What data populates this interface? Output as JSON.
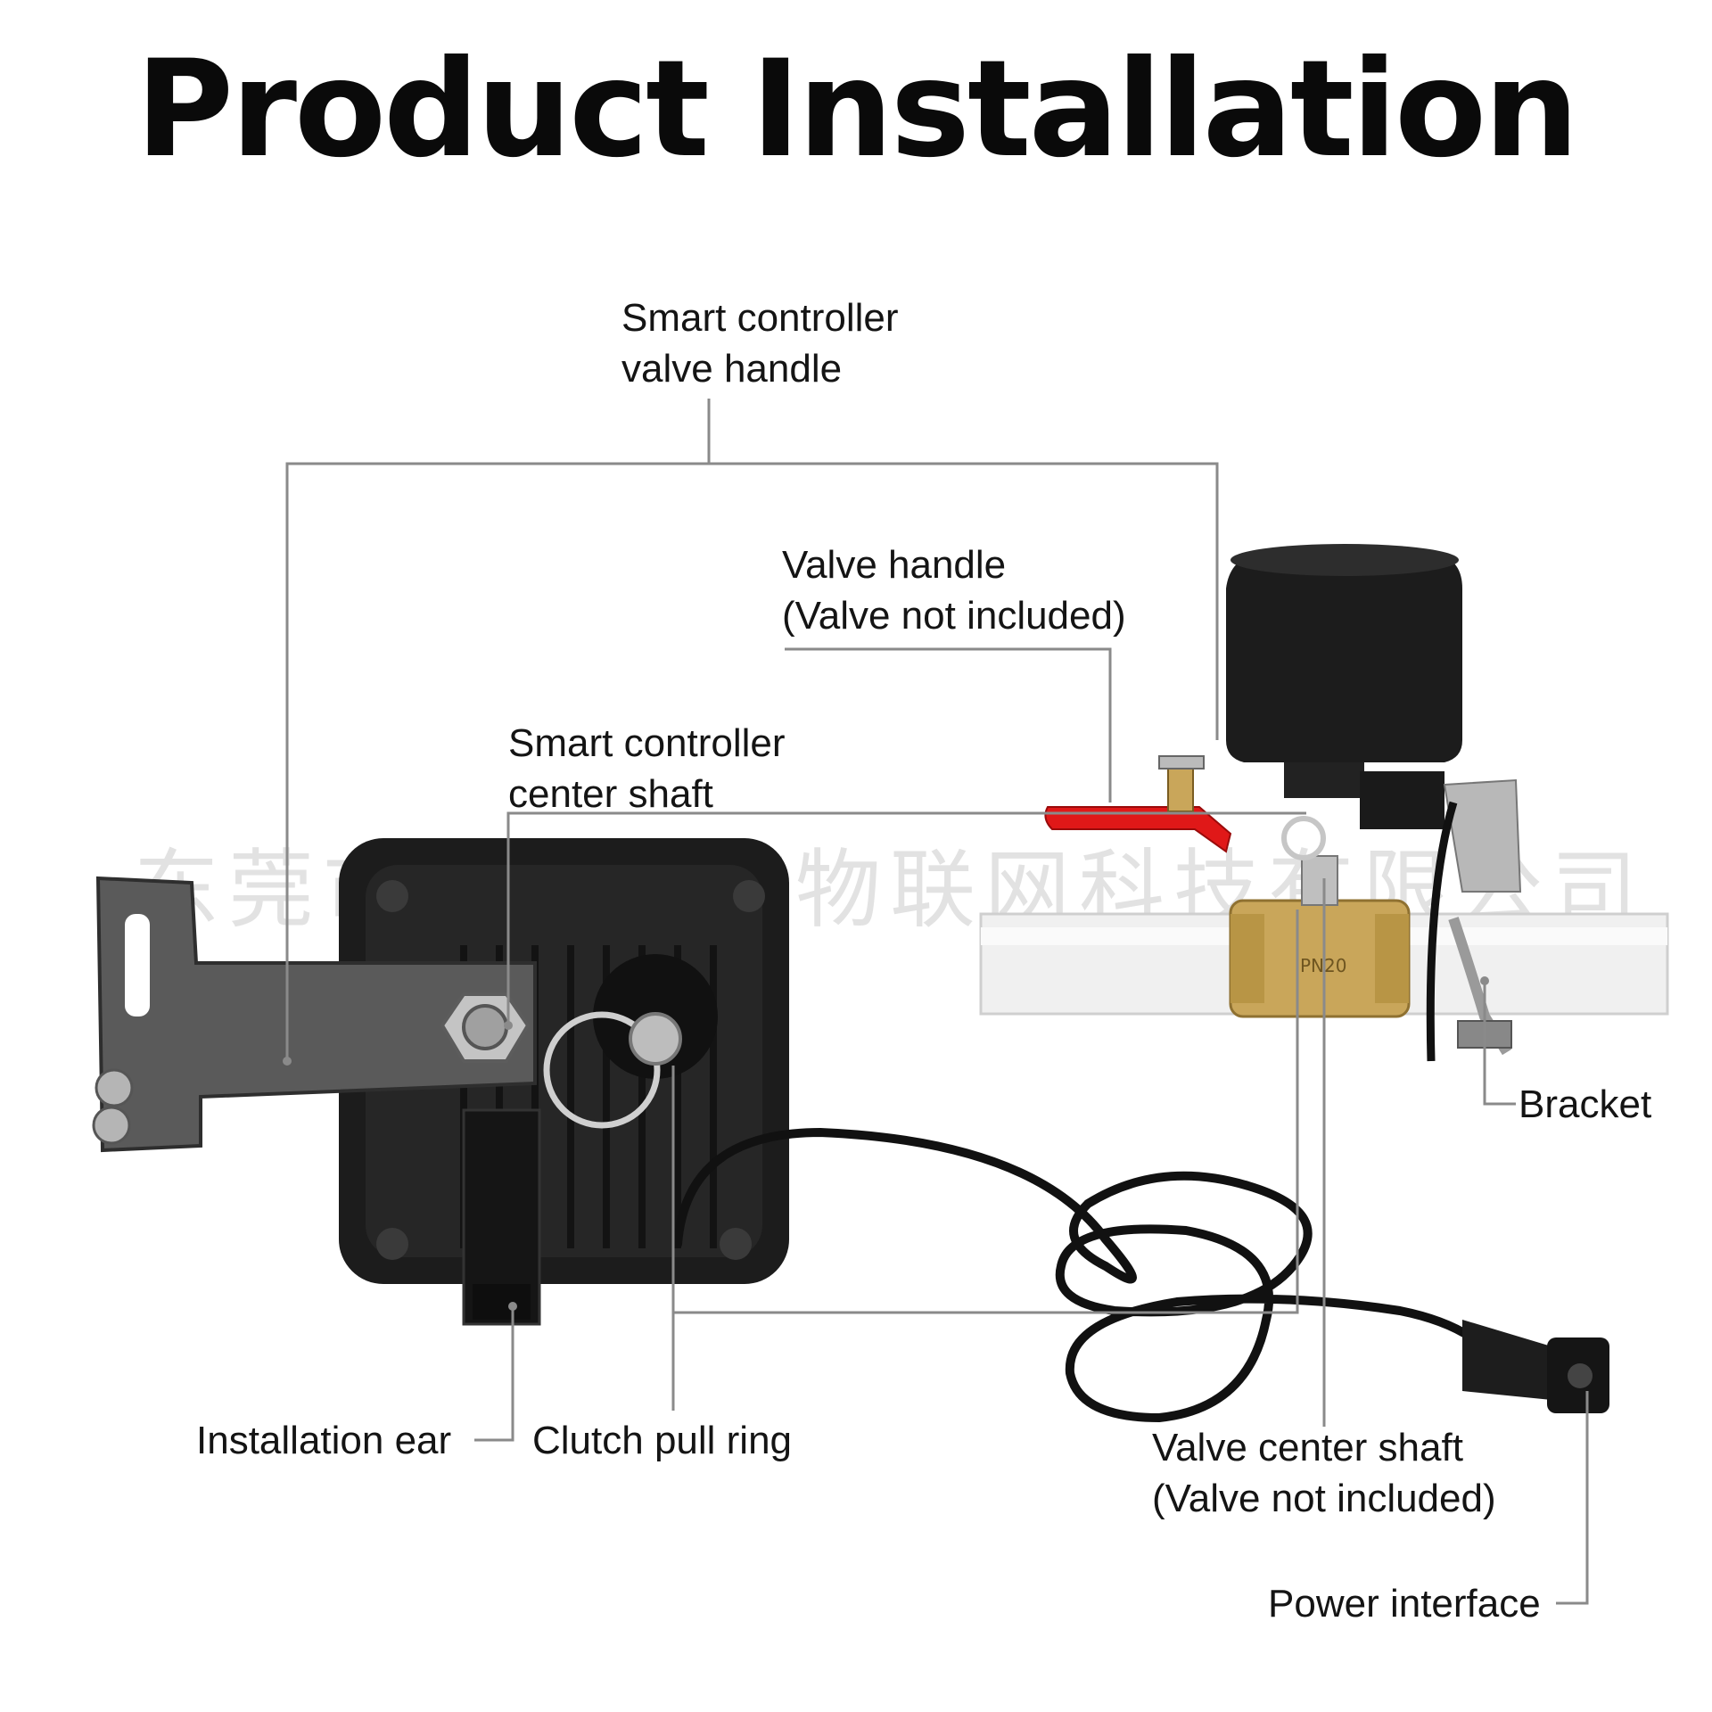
{
  "title": "Product Installation",
  "watermark": "东莞市御飞冠榕物联网科技有限公司",
  "labels": {
    "smart_controller_valve_handle": [
      "Smart controller",
      "valve handle"
    ],
    "valve_handle": [
      "Valve handle",
      "(Valve not included)"
    ],
    "smart_controller_center_shaft": [
      "Smart controller",
      "center shaft"
    ],
    "bracket": "Bracket",
    "installation_ear": "Installation ear",
    "clutch_pull_ring": "Clutch pull ring",
    "valve_center_shaft": [
      "Valve center shaft",
      "(Valve not included)"
    ],
    "power_interface": "Power interface"
  },
  "colors": {
    "leader_line": "#8a8a8a",
    "controller_body": "#1c1c1c",
    "handle_red": "#e01818",
    "brass": "#c9a65a",
    "pipe": "#eeeeee"
  }
}
